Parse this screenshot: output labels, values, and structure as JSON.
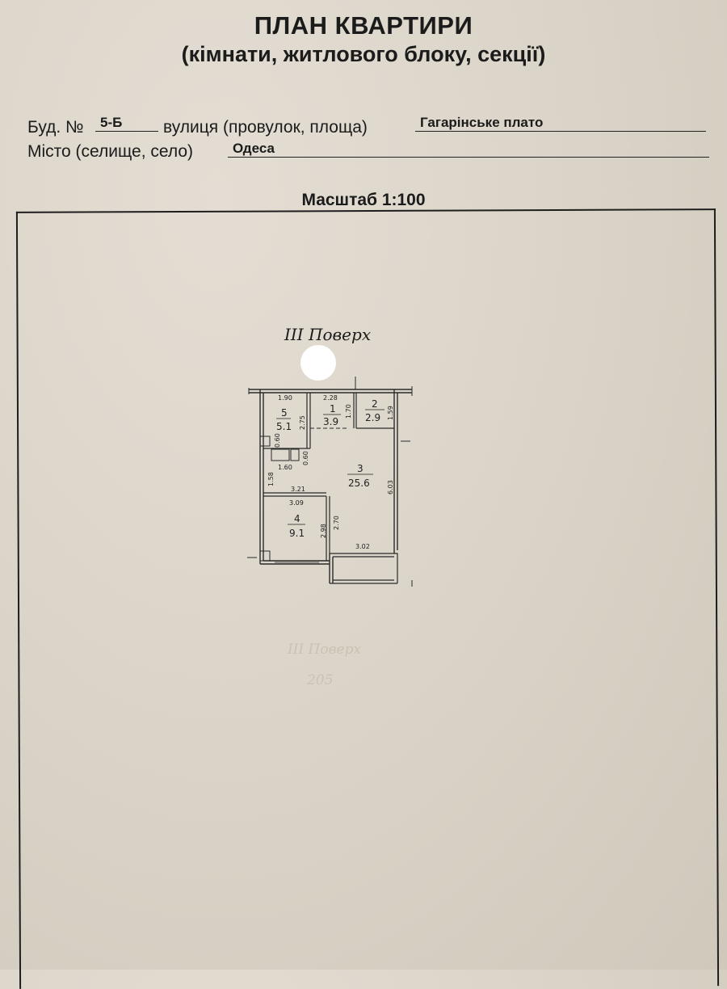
{
  "header": {
    "title": "ПЛАН КВАРТИРИ",
    "subtitle": "(кімнати, житлового блоку, секції)"
  },
  "address": {
    "building_label": "Буд. №",
    "building_value": "5-Б",
    "street_label": "вулиця (провулок, площа)",
    "street_value": "Гагарінське плато",
    "city_label": "Місто (селище, село)",
    "city_value": "Одеса"
  },
  "scale": "Масштаб 1:100",
  "floor_label": "III  Поверх",
  "ghost_floor": "III Поверх",
  "ghost_number": "205",
  "rooms": [
    {
      "num": "1",
      "area": "3.9"
    },
    {
      "num": "2",
      "area": "2.9"
    },
    {
      "num": "3",
      "area": "25.6"
    },
    {
      "num": "4",
      "area": "9.1"
    },
    {
      "num": "5",
      "area": "5.1"
    }
  ],
  "dimensions": {
    "d190": "1.90",
    "d228": "2.28",
    "d170": "1.70",
    "d159": "1.59",
    "d275": "2.75",
    "d060a": "0.60",
    "d060b": "0.60",
    "d160": "1.60",
    "d158": "1.58",
    "d321": "3.21",
    "d309": "3.09",
    "d603": "6.03",
    "d298": "2.98",
    "d270": "2.70",
    "d302": "3.02"
  }
}
